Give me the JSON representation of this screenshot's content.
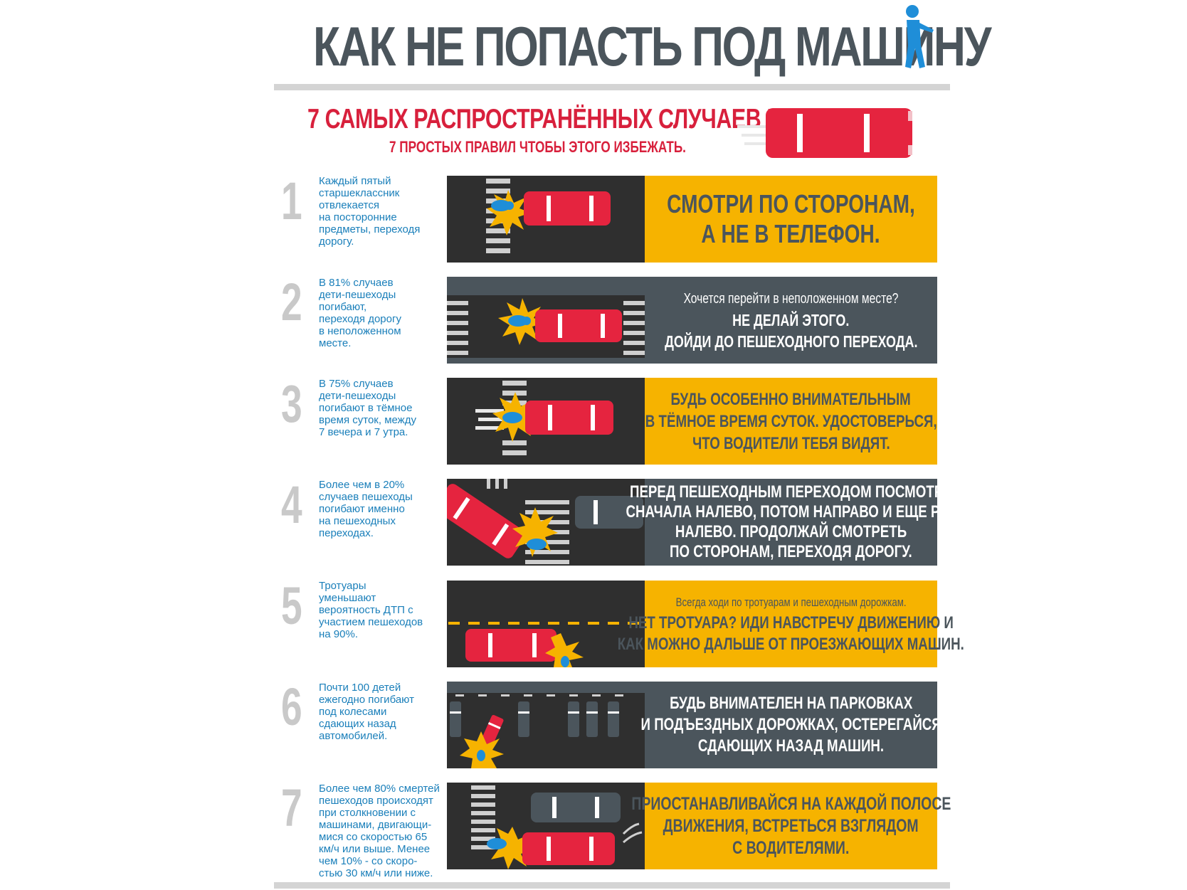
{
  "header": {
    "title": "КАК НЕ ПОПАСТЬ ПОД МАШИНУ",
    "subtitle_1": "7  САМЫХ РАСПРОСТРАНЁННЫХ СЛУЧАЕВ И",
    "subtitle_2": "7 ПРОСТЫХ ПРАВИЛ ЧТОБЫ ЭТОГО ИЗБЕЖАТЬ."
  },
  "colors": {
    "accent_red": "#e5243f",
    "accent_yellow": "#f6b300",
    "panel_gray": "#4b555c",
    "fact_blue": "#1a7fba",
    "number_gray": "#c9c9c9",
    "road": "#2f2f2f"
  },
  "rows": [
    {
      "number": "1",
      "fact": "Каждый пятый\nстаршеклассник\nотвлекается\nна посторонние\nпредметы, переходя\nдорогу.",
      "style": "yellow",
      "lines": [
        "СМОТРИ ПО СТОРОНАМ,",
        "А НЕ В ТЕЛЕФОН."
      ]
    },
    {
      "number": "2",
      "fact": "В 81% случаев\nдети-пешеходы\nпогибают,\nпереходя дорогу\nв неположенном\nместе.",
      "style": "gray",
      "lines": [
        "Хочется перейти в неположенном месте?",
        "НЕ ДЕЛАЙ ЭТОГО.",
        "ДОЙДИ ДО ПЕШЕХОДНОГО ПЕРЕХОДА."
      ]
    },
    {
      "number": "3",
      "fact": "В 75% случаев\nдети-пешеходы\nпогибают в тёмное\nвремя суток, между\n7 вечера и 7 утра.",
      "style": "yellow",
      "lines": [
        "БУДЬ ОСОБЕННО ВНИМАТЕЛЬНЫМ",
        "В ТЁМНОЕ ВРЕМЯ СУТОК. УДОСТОВЕРЬСЯ,",
        "ЧТО ВОДИТЕЛИ ТЕБЯ ВИДЯТ."
      ]
    },
    {
      "number": "4",
      "fact": "Более чем в 20%\nслучаев пешеходы\nпогибают именно\nна пешеходных\nпереходах.",
      "style": "gray",
      "lines": [
        "ПЕРЕД ПЕШЕХОДНЫМ ПЕРЕХОДОМ ПОСМОТРИ",
        "СНАЧАЛА НАЛЕВО, ПОТОМ НАПРАВО И ЕЩЕ РАЗ",
        "НАЛЕВО. ПРОДОЛЖАЙ СМОТРЕТЬ",
        "ПО СТОРОНАМ, ПЕРЕХОДЯ ДОРОГУ."
      ]
    },
    {
      "number": "5",
      "fact": "Тротуары\nуменьшают\nвероятность ДТП с\nучастием пешеходов\nна 90%.",
      "style": "yellow",
      "lines": [
        "Всегда ходи по тротуарам и пешеходным дорожкам.",
        "НЕТ ТРОТУАРА? ИДИ НАВСТРЕЧУ ДВИЖЕНИЮ И",
        "КАК МОЖНО ДАЛЬШЕ ОТ ПРОЕЗЖАЮЩИХ МАШИН."
      ]
    },
    {
      "number": "6",
      "fact": "Почти 100 детей\nежегодно погибают\nпод колесами\nсдающих назад\nавтомобилей.",
      "style": "gray",
      "lines": [
        "БУДЬ ВНИМАТЕЛЕН НА ПАРКОВКАХ",
        "И ПОДЪЕЗДНЫХ ДОРОЖКАХ, ОСТЕРЕГАЙСЯ",
        "СДАЮЩИХ НАЗАД МАШИН."
      ]
    },
    {
      "number": "7",
      "fact": "Более чем 80% смертей\nпешеходов происходят\nпри столкновении с\nмашинами, двигающи-\nмися со скоростью 65\nкм/ч или выше. Менее\nчем 10% - со скоро-\nстью 30 км/ч или ниже.",
      "style": "yellow",
      "lines": [
        "ПРИОСТАНАВЛИВАЙСЯ НА КАЖДОЙ ПОЛОСЕ",
        "ДВИЖЕНИЯ, ВСТРЕТЬСЯ ВЗГЛЯДОМ",
        "С ВОДИТЕЛЯМИ."
      ]
    }
  ]
}
